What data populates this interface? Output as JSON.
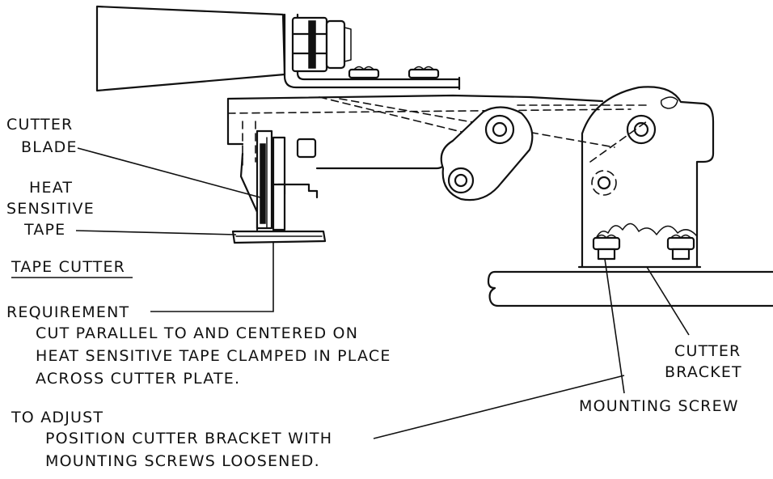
{
  "labels": {
    "cutter_blade": [
      "CUTTER",
      "BLADE"
    ],
    "heat_sensitive_tape": [
      "HEAT",
      "SENSITIVE",
      "TAPE"
    ],
    "section_title": "TAPE CUTTER",
    "requirement_heading": "REQUIREMENT",
    "requirement_text": [
      "CUT PARALLEL TO AND CENTERED ON",
      "HEAT SENSITIVE TAPE CLAMPED IN PLACE",
      "ACROSS CUTTER PLATE."
    ],
    "adjust_heading": "TO ADJUST",
    "adjust_text": [
      "POSITION CUTTER BRACKET WITH",
      "MOUNTING SCREWS LOOSENED."
    ],
    "cutter_bracket": [
      "CUTTER",
      "BRACKET"
    ],
    "mounting_screw": "MOUNTING SCREW"
  }
}
